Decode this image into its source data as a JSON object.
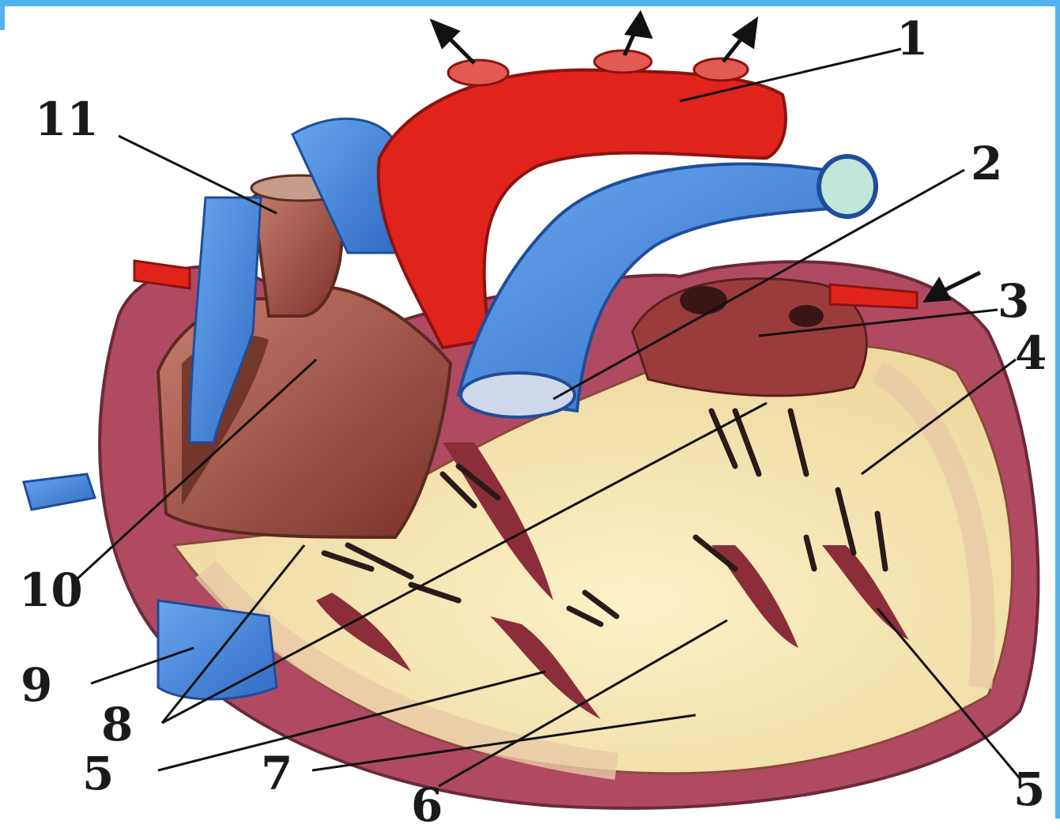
{
  "labels": {
    "l1": "1",
    "l2": "2",
    "l3": "3",
    "l4": "4",
    "l5a": "5",
    "l5b": "5",
    "l6": "6",
    "l7": "7",
    "l8": "8",
    "l9": "9",
    "l10": "10",
    "l11": "11"
  },
  "colors": {
    "frame": "#4fb3ee",
    "artery": "#e0241c",
    "vein": "#3a7fd4",
    "myocardium": "#a8414a",
    "chamber": "#f3e3b4",
    "atrium": "#9a4a3a"
  }
}
